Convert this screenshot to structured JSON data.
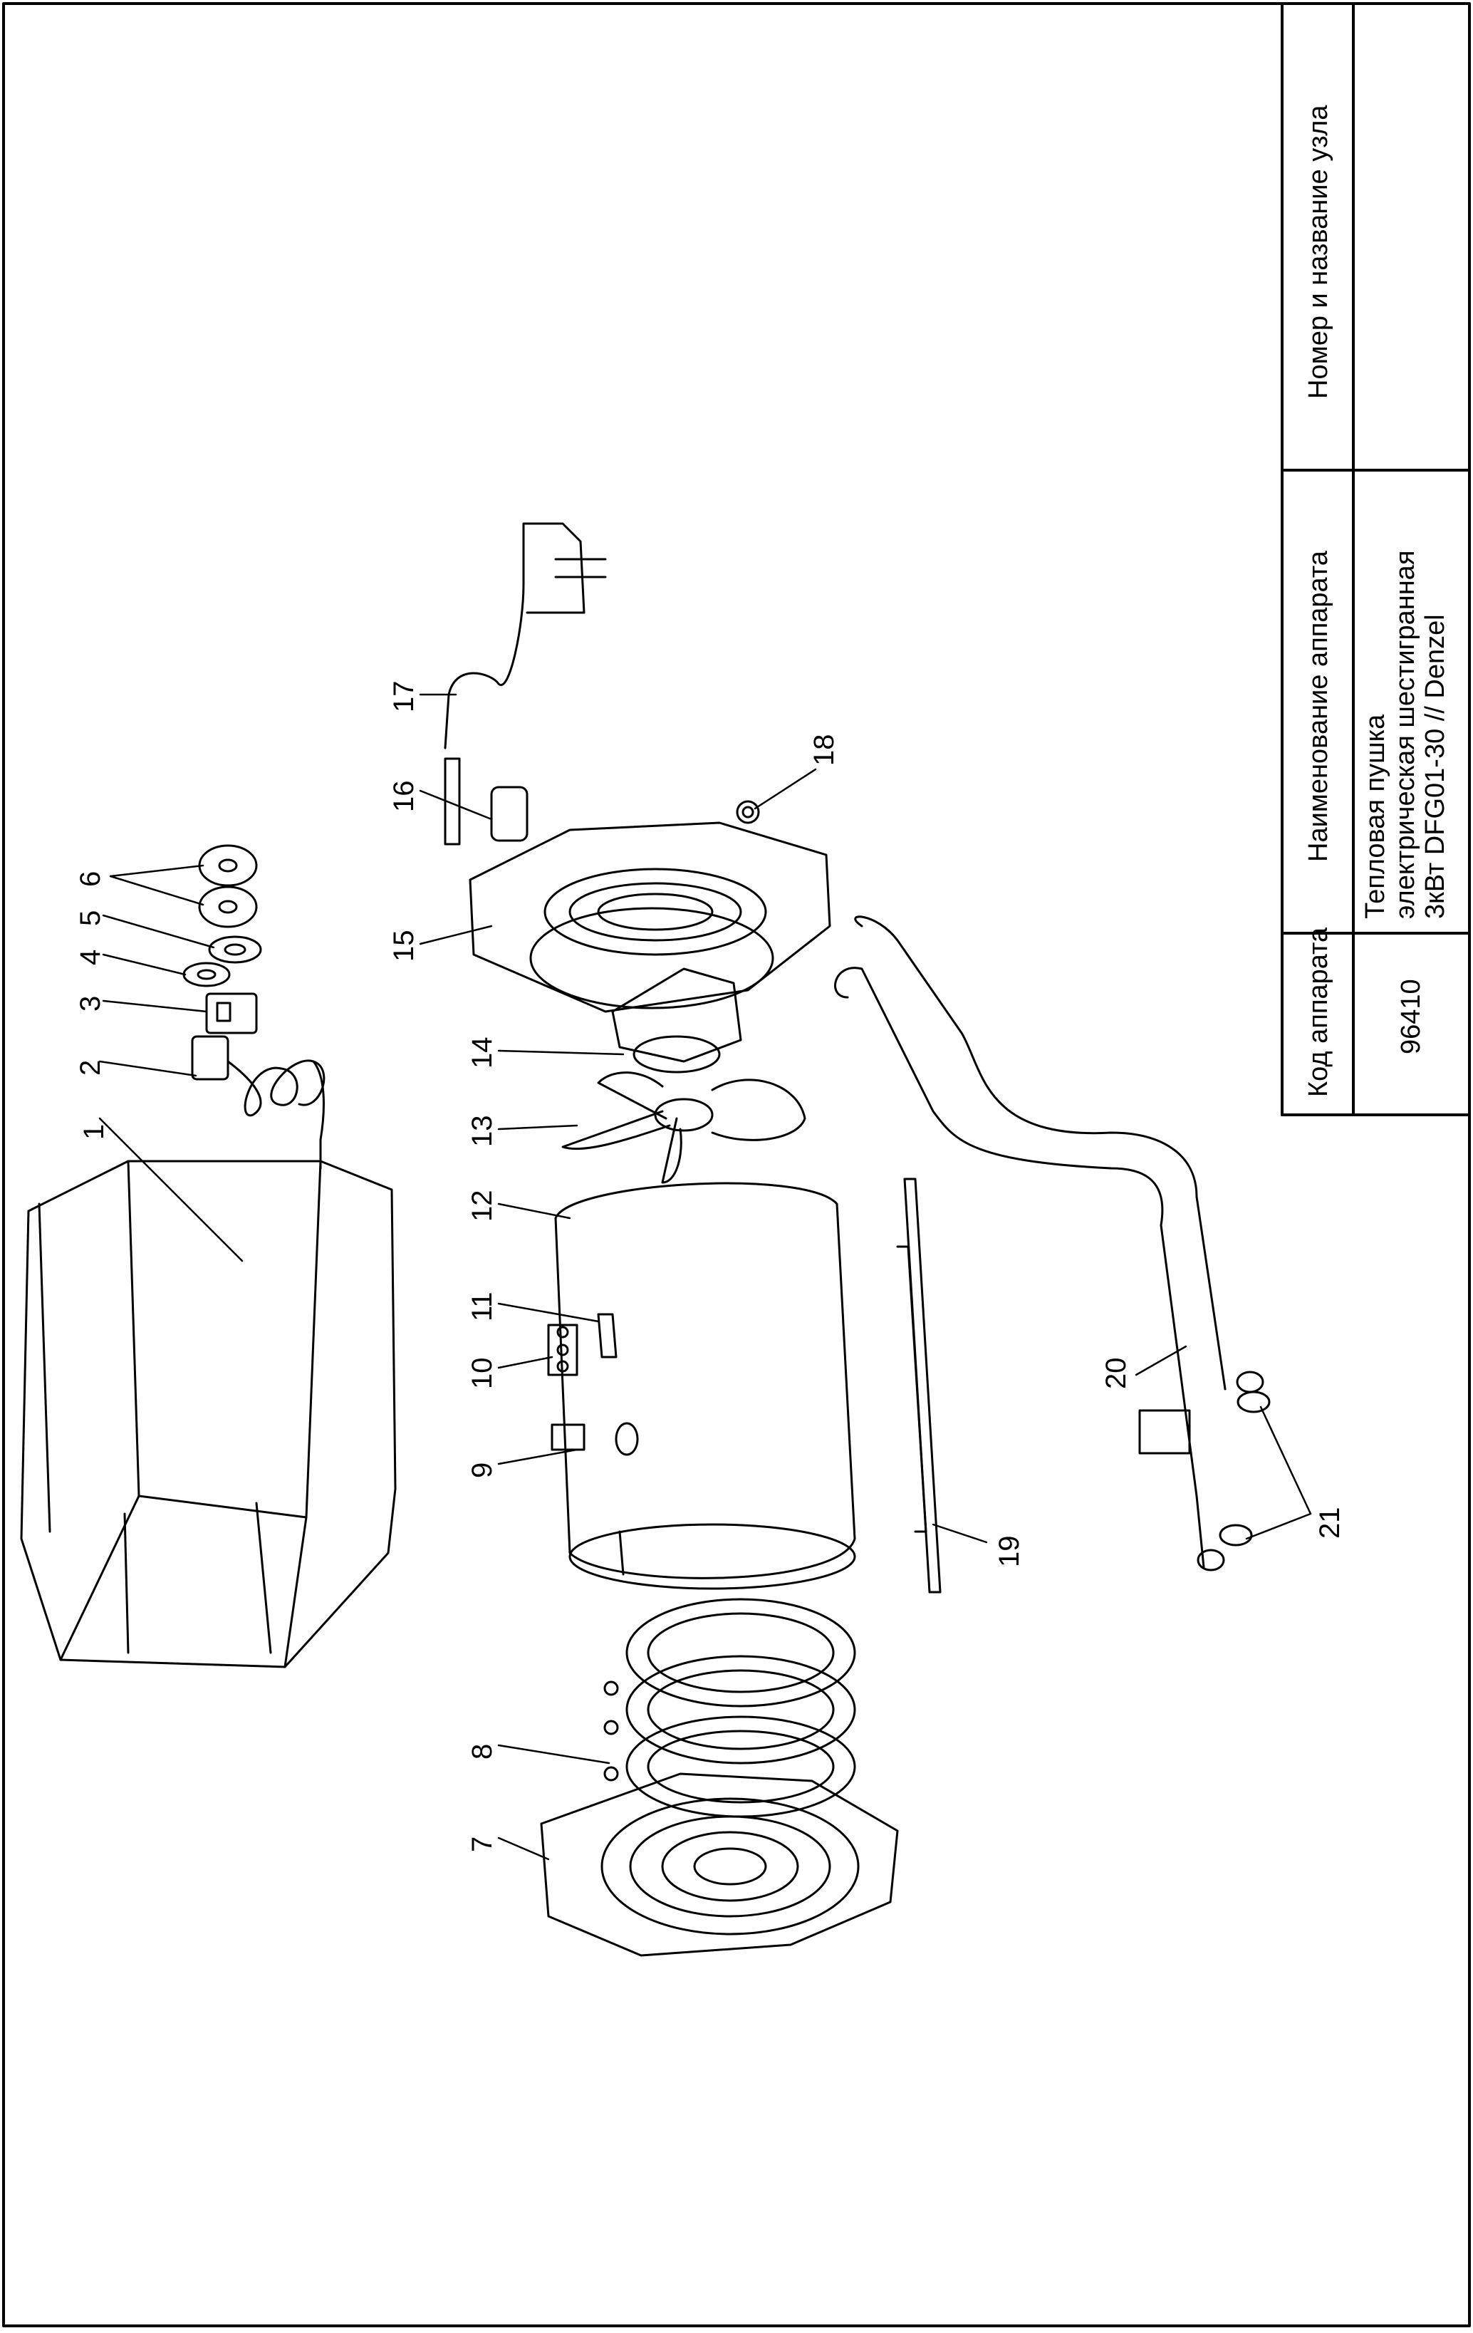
{
  "title_block": {
    "col_code_header": "Код аппарата",
    "col_name_header": "Наименование аппарата",
    "col_node_header": "Номер и название узла",
    "code_value": "96410",
    "name_line1": "Тепловая пушка",
    "name_line2": "электрическая шестигранная",
    "name_line3": "3кВт DFG01-30 // Denzel",
    "node_value": ""
  },
  "callouts": [
    "1",
    "2",
    "3",
    "4",
    "5",
    "6",
    "7",
    "8",
    "9",
    "10",
    "11",
    "12",
    "13",
    "14",
    "15",
    "16",
    "17",
    "18",
    "19",
    "20",
    "21"
  ]
}
